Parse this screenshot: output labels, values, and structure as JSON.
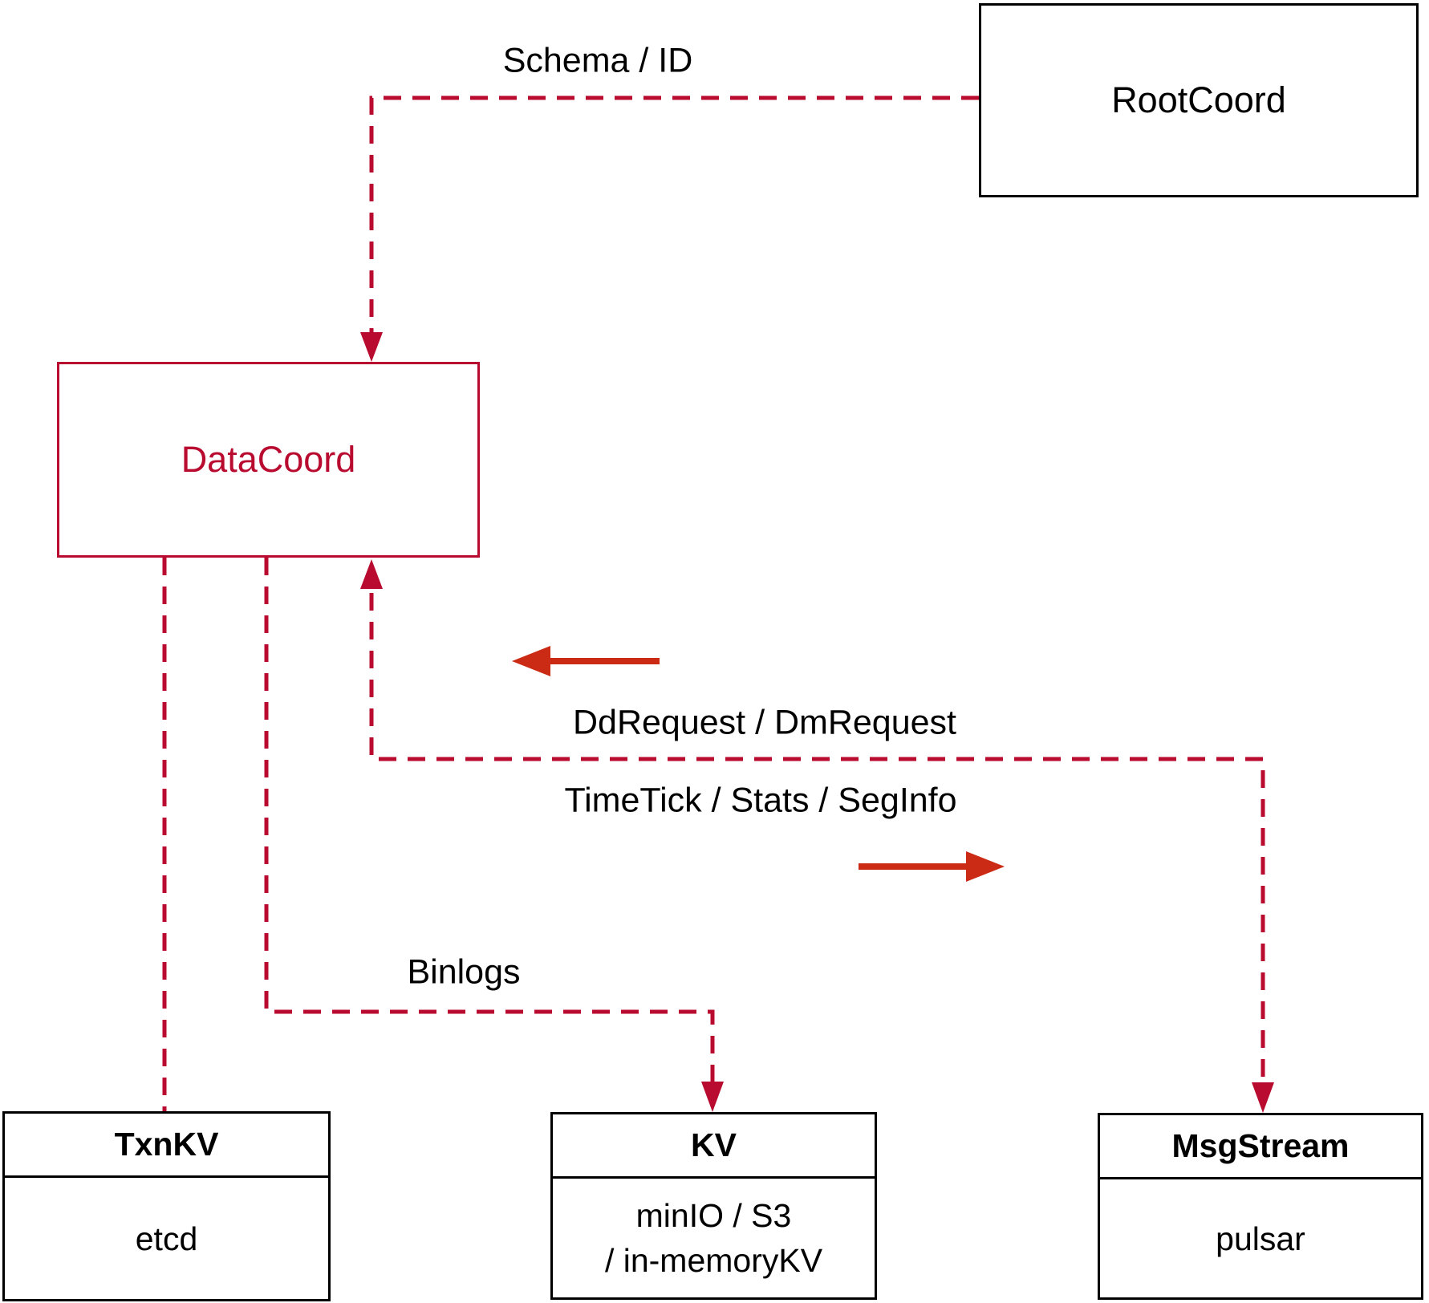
{
  "boxes": {
    "rootcoord": {
      "label": "RootCoord"
    },
    "datacoord": {
      "label": "DataCoord"
    },
    "txnkv": {
      "title": "TxnKV",
      "body": [
        "etcd"
      ]
    },
    "kv": {
      "title": "KV",
      "body": [
        "minIO / S3",
        "/ in-memoryKV"
      ]
    },
    "msgstream": {
      "title": "MsgStream",
      "body": [
        "pulsar"
      ]
    }
  },
  "edge_labels": {
    "schema_id": "Schema / ID",
    "dd_request": "DdRequest / DmRequest",
    "timetick": "TimeTick / Stats / SegInfo",
    "binlogs": "Binlogs"
  },
  "colors": {
    "dashed_line": "#B80B2F",
    "solid_arrow": "#CB2A14",
    "datacoord_accent": "#B80B2F",
    "box_border": "#000000",
    "text": "#000000",
    "background": "#FFFFFF"
  }
}
